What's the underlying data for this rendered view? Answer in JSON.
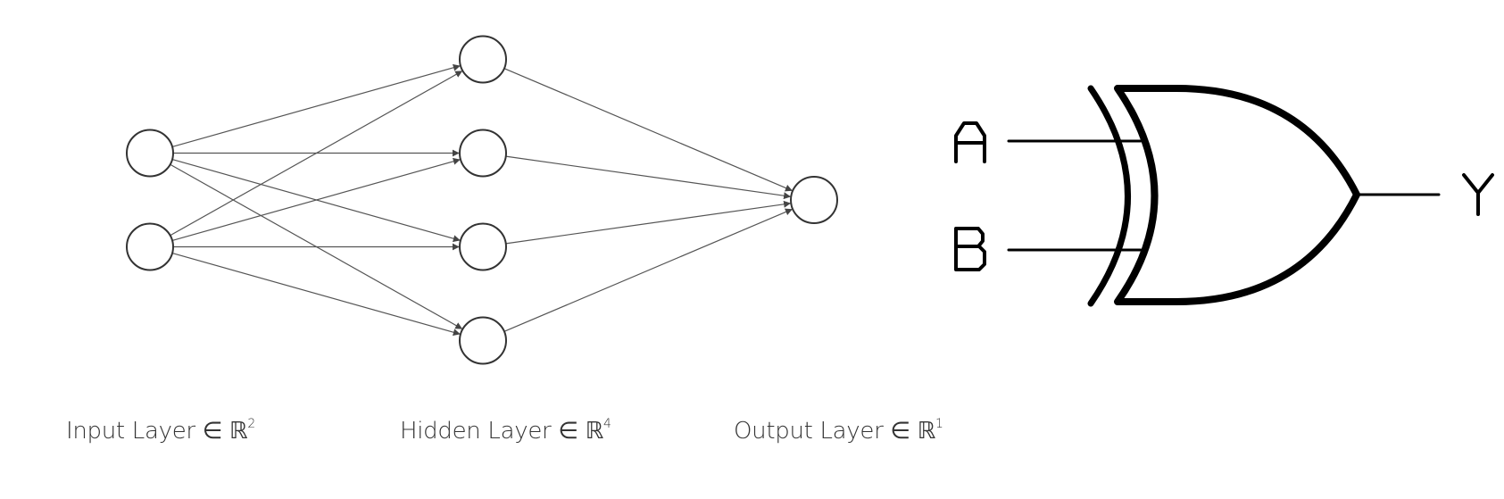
{
  "network": {
    "layers": [
      {
        "name": "input",
        "size": 2,
        "label_prefix": "Input Layer ∈ ℝ",
        "label_exponent": "2"
      },
      {
        "name": "hidden",
        "size": 4,
        "label_prefix": "Hidden Layer ∈ ℝ",
        "label_exponent": "4"
      },
      {
        "name": "output",
        "size": 1,
        "label_prefix": "Output Layer ∈ ℝ",
        "label_exponent": "1"
      }
    ],
    "connectivity": "fully-connected"
  },
  "xor_gate": {
    "inputs": [
      "A",
      "B"
    ],
    "output": "Y"
  }
}
